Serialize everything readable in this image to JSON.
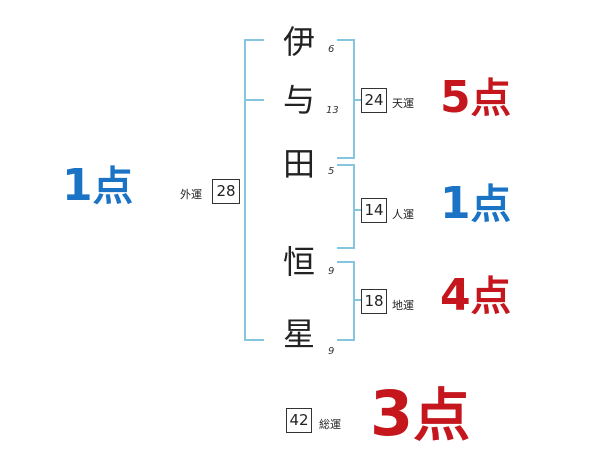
{
  "colors": {
    "bracket": "#86c5e0",
    "blue": "#1a73c5",
    "red": "#c4161c",
    "text": "#222222"
  },
  "name_chars": [
    {
      "char": "伊",
      "strokes": "6"
    },
    {
      "char": "与",
      "strokes": "13"
    },
    {
      "char": "田",
      "strokes": "5"
    },
    {
      "char": "恒",
      "strokes": "9"
    },
    {
      "char": "星",
      "strokes": "9"
    }
  ],
  "fortunes": {
    "gaiun": {
      "label": "外運",
      "value": "28",
      "score": "1",
      "unit": "点",
      "color": "blue"
    },
    "tenun": {
      "label": "天運",
      "value": "24",
      "score": "5",
      "unit": "点",
      "color": "red"
    },
    "jinun": {
      "label": "人運",
      "value": "14",
      "score": "1",
      "unit": "点",
      "color": "blue"
    },
    "chiun": {
      "label": "地運",
      "value": "18",
      "score": "4",
      "unit": "点",
      "color": "red"
    },
    "souun": {
      "label": "総運",
      "value": "42",
      "score": "3",
      "unit": "点",
      "color": "red"
    }
  }
}
